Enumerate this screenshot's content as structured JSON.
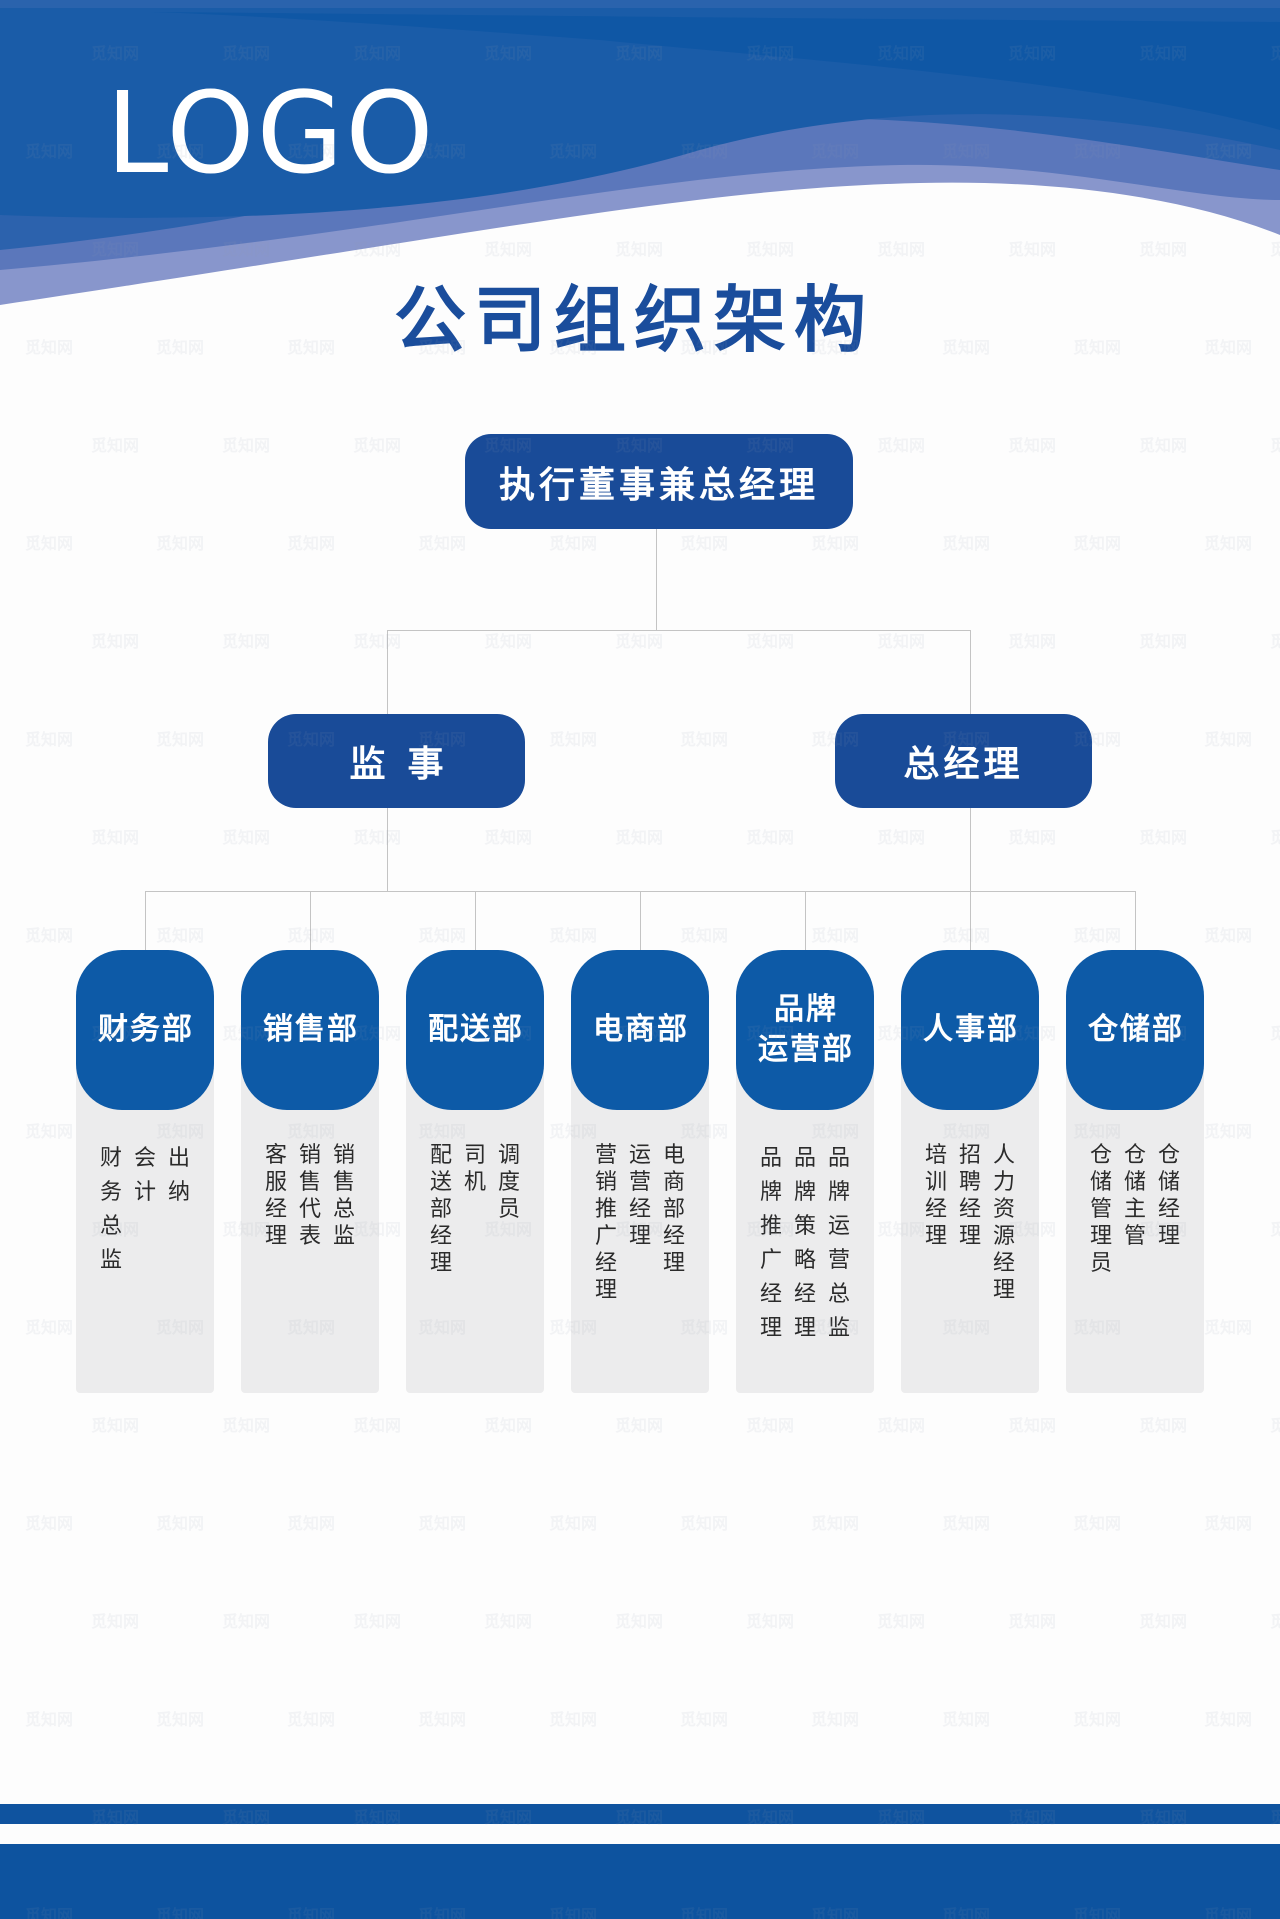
{
  "header": {
    "logo": "LOGO",
    "title": "公司组织架构"
  },
  "colors": {
    "primary_blue": "#194b98",
    "dept_blue": "#0d5aa7",
    "panel_gray": "#ececed",
    "connector_gray": "#c4c4c4",
    "role_text": "#2b2b2b"
  },
  "org": {
    "top": {
      "label": "执行董事兼总经理"
    },
    "level2": [
      {
        "label": "监事"
      },
      {
        "label": "总经理"
      }
    ],
    "departments": [
      {
        "name": "财务部",
        "name_lines": [
          "财务部"
        ],
        "roles": [
          "财务总监",
          "会计",
          "出纳"
        ]
      },
      {
        "name": "销售部",
        "name_lines": [
          "销售部"
        ],
        "roles": [
          "客服经理",
          "销售代表",
          "销售总监"
        ]
      },
      {
        "name": "配送部",
        "name_lines": [
          "配送部"
        ],
        "roles": [
          "配送部经理",
          "司机",
          "调度员"
        ]
      },
      {
        "name": "电商部",
        "name_lines": [
          "电商部"
        ],
        "roles": [
          "营销推广经理",
          "运营经理",
          "电商部经理"
        ]
      },
      {
        "name": "品牌运营部",
        "name_lines": [
          "品牌",
          "运营部"
        ],
        "roles": [
          "品牌推广经理",
          "品牌策略经理",
          "品牌运营总监"
        ]
      },
      {
        "name": "人事部",
        "name_lines": [
          "人事部"
        ],
        "roles": [
          "培训经理",
          "招聘经理",
          "人力资源经理"
        ]
      },
      {
        "name": "仓储部",
        "name_lines": [
          "仓储部"
        ],
        "roles": [
          "仓储管理员",
          "仓储主管",
          "仓储经理"
        ]
      }
    ]
  },
  "watermark": "觅知网"
}
